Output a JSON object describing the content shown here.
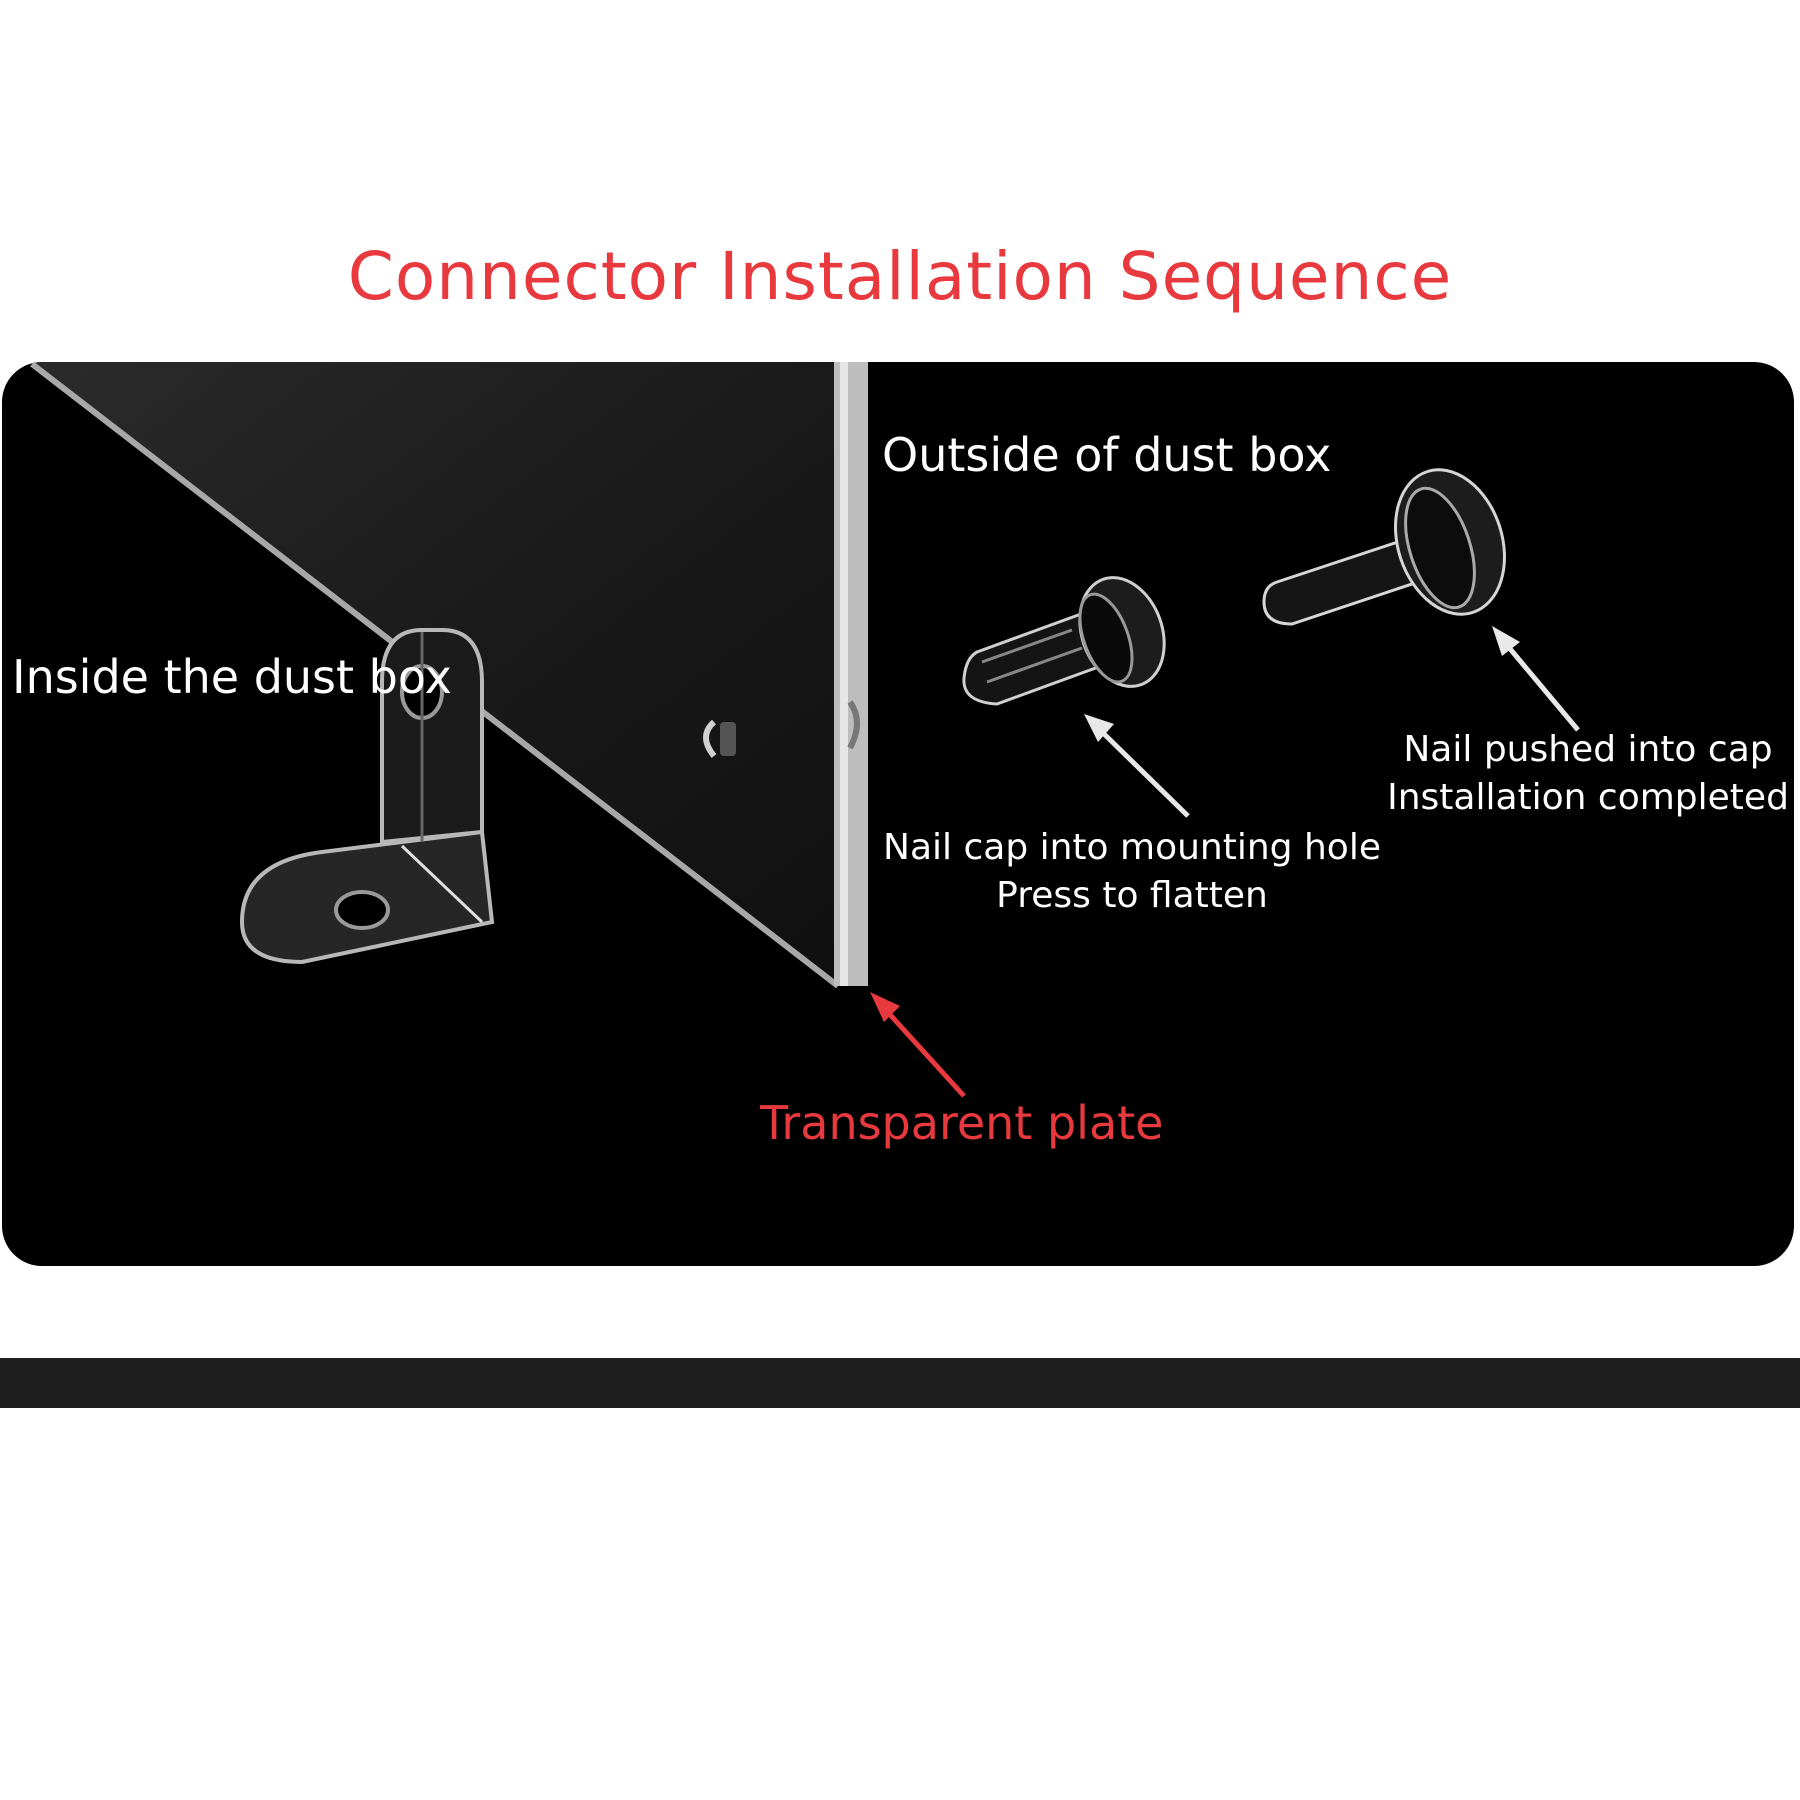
{
  "title": "Connector Installation Sequence",
  "colors": {
    "title_red": "#e8393e",
    "panel_bg": "#000000",
    "label_white": "#ffffff",
    "bar": "#1e1e1e"
  },
  "labels": {
    "inside": "Inside the dust box",
    "outside": "Outside of dust box",
    "nail_cap_line1": "Nail cap into mounting hole",
    "nail_cap_line2": "Press to flatten",
    "nail_pushed_line1": "Nail pushed into cap",
    "nail_pushed_line2": "Installation completed",
    "plate": "Transparent plate"
  },
  "icons": [
    "corner-bracket-icon",
    "nail-cap-icon",
    "nail-icon",
    "arrow-icon"
  ]
}
